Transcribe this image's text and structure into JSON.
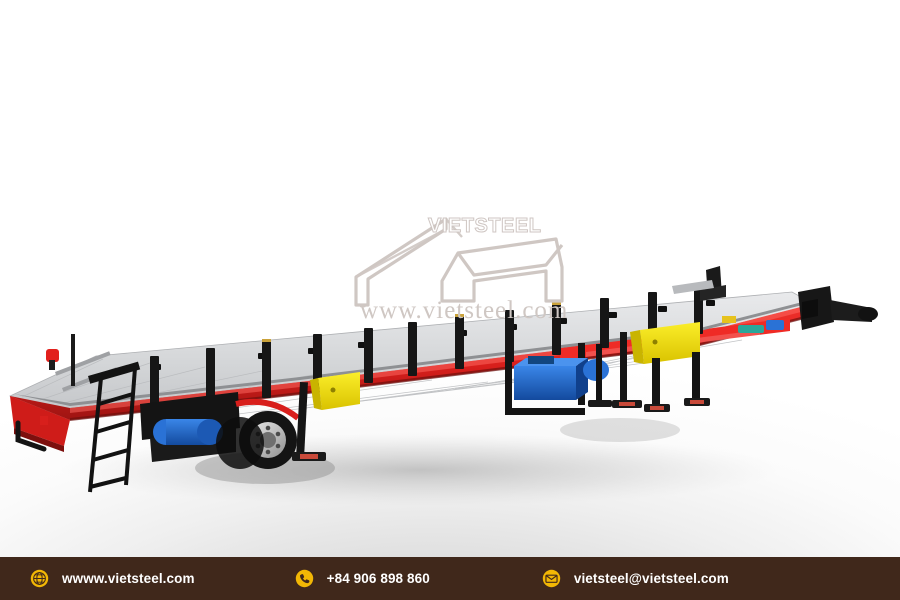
{
  "photo": {
    "subject": "extendable flatbed semi-trailer",
    "background_color": "#ffffff",
    "ground_shadow_color": "#c9c9c9",
    "chassis_color": "#e02020",
    "deck_color": "#d9dadc",
    "stake_color": "#1b1b1b",
    "landing_gear_color": "#f2e10a",
    "tank_color": "#1f5fc4",
    "tire_color": "#141414",
    "rim_color": "#c8c8c8"
  },
  "watermark": {
    "wordmark": "VIETSTEEL",
    "url": "www.vietsteel.com",
    "color": "#cfc7c3"
  },
  "footer": {
    "background_color": "#40281b",
    "icon_color": "#f2b705",
    "text_color": "#ffffff",
    "items": [
      {
        "icon": "globe-icon",
        "label": "wwww.vietsteel.com"
      },
      {
        "icon": "phone-icon",
        "label": "+84 906 898 860"
      },
      {
        "icon": "envelope-icon",
        "label": "vietsteel@vietsteel.com"
      }
    ]
  }
}
